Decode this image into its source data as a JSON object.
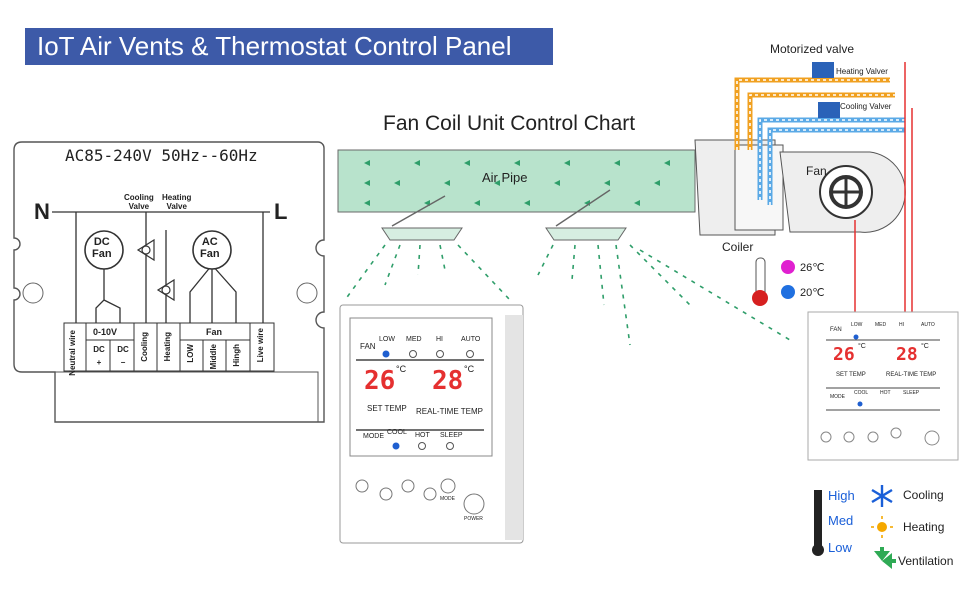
{
  "title": "IoT Air Vents & Thermostat Control Panel",
  "wiring": {
    "power_spec": "AC85-240V  50Hz--60Hz",
    "neutral_symbol": "N",
    "live_symbol": "L",
    "dc_fan": "DC\nFan",
    "ac_fan": "AC\nFan",
    "cooling_valve": "Cooling\nValve",
    "heating_valve": "Heating\nValve",
    "voltage_range": "0-10V",
    "fan_group": "Fan",
    "terminals": [
      "Neutral wire",
      "DC +",
      "DC −",
      "Cooling",
      "Heating",
      "LOW",
      "Middle",
      "Hingh",
      "Live wire"
    ]
  },
  "chart": {
    "title": "Fan Coil Unit Control Chart",
    "air_pipe": "Air Pipe",
    "fan": "Fan",
    "coiler": "Coiler",
    "motorized_valve": "Motorized valve",
    "heating_valve": "Heating Valver",
    "cooling_valve": "Cooling Valver",
    "temp_hot": "26℃",
    "temp_cold": "20℃",
    "colors": {
      "pipe": "#b8e3cc",
      "heat": "#f0a020",
      "cool": "#5aa9e6",
      "wire": "#e53030",
      "arrow": "#2f9e6a"
    }
  },
  "thermostat": {
    "fan_label": "FAN",
    "fan_speeds": [
      "LOW",
      "MED",
      "HI",
      "AUTO"
    ],
    "set_temp": "26",
    "real_temp": "28",
    "unit": "°C",
    "set_temp_label": "SET TEMP",
    "real_temp_label": "REAL-TIME TEMP",
    "mode_label": "MODE",
    "modes": [
      "COOL",
      "HOT",
      "SLEEP"
    ],
    "mode_button": "MODE",
    "power_button": "POWER",
    "active_fan_speed": "LOW",
    "active_mode": "COOL"
  },
  "legend": {
    "levels": [
      "High",
      "Med",
      "Low"
    ],
    "cooling": "Cooling",
    "heating": "Heating",
    "ventilation": "Ventilation"
  }
}
